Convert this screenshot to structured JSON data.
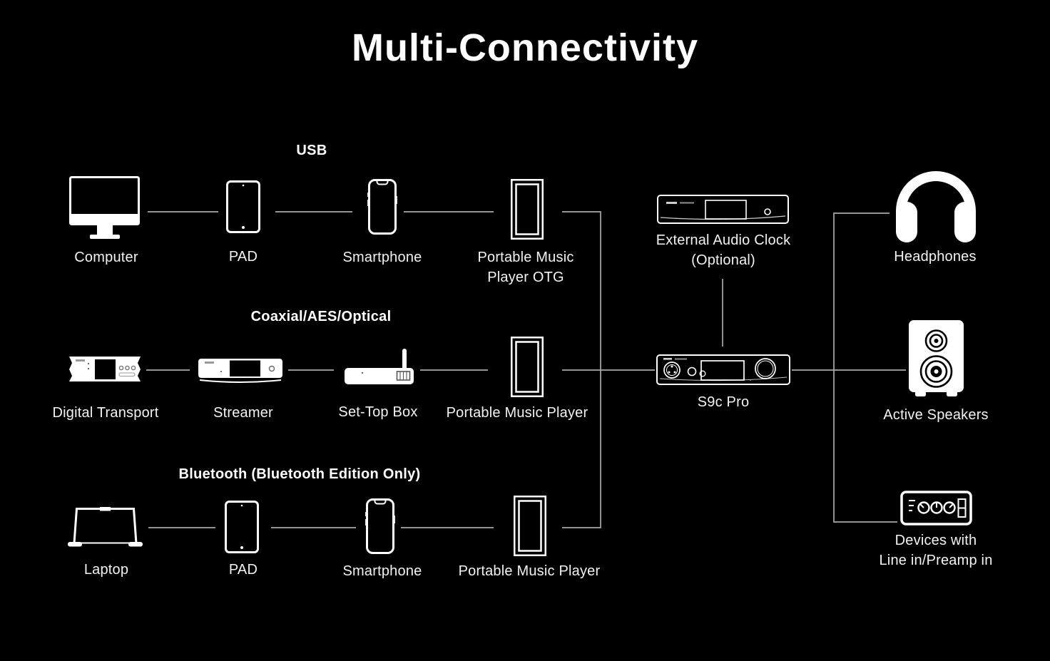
{
  "title": "Multi-Connectivity",
  "colors": {
    "background": "#000000",
    "text": "#ffffff",
    "icon": "#ffffff",
    "connector": "#a9a9a9"
  },
  "sections": [
    {
      "header": "USB",
      "nodes": [
        {
          "label": "Computer",
          "icon": "computer-icon"
        },
        {
          "label": "PAD",
          "icon": "tablet-icon"
        },
        {
          "label": "Smartphone",
          "icon": "smartphone-icon"
        },
        {
          "label": "Portable Music\nPlayer OTG",
          "icon": "portable-music-player-icon"
        }
      ]
    },
    {
      "header": "Coaxial/AES/Optical",
      "nodes": [
        {
          "label": "Digital Transport",
          "icon": "digital-transport-icon"
        },
        {
          "label": "Streamer",
          "icon": "streamer-icon"
        },
        {
          "label": "Set-Top Box",
          "icon": "set-top-box-icon"
        },
        {
          "label": "Portable Music Player",
          "icon": "portable-music-player-icon"
        }
      ]
    },
    {
      "header": "Bluetooth (Bluetooth Edition Only)",
      "nodes": [
        {
          "label": "Laptop",
          "icon": "laptop-icon"
        },
        {
          "label": "PAD",
          "icon": "tablet-icon"
        },
        {
          "label": "Smartphone",
          "icon": "smartphone-icon"
        },
        {
          "label": "Portable Music Player",
          "icon": "portable-music-player-icon"
        }
      ]
    }
  ],
  "hub": {
    "clock": {
      "label": "External Audio Clock\n(Optional)",
      "icon": "external-audio-clock-icon"
    },
    "dac": {
      "label": "S9c Pro",
      "icon": "s9c-pro-dac-icon"
    }
  },
  "outputs": [
    {
      "label": "Headphones",
      "icon": "headphones-icon"
    },
    {
      "label": "Active Speakers",
      "icon": "active-speaker-icon"
    },
    {
      "label": "Devices with\nLine in/Preamp in",
      "icon": "line-in-preamp-icon"
    }
  ]
}
